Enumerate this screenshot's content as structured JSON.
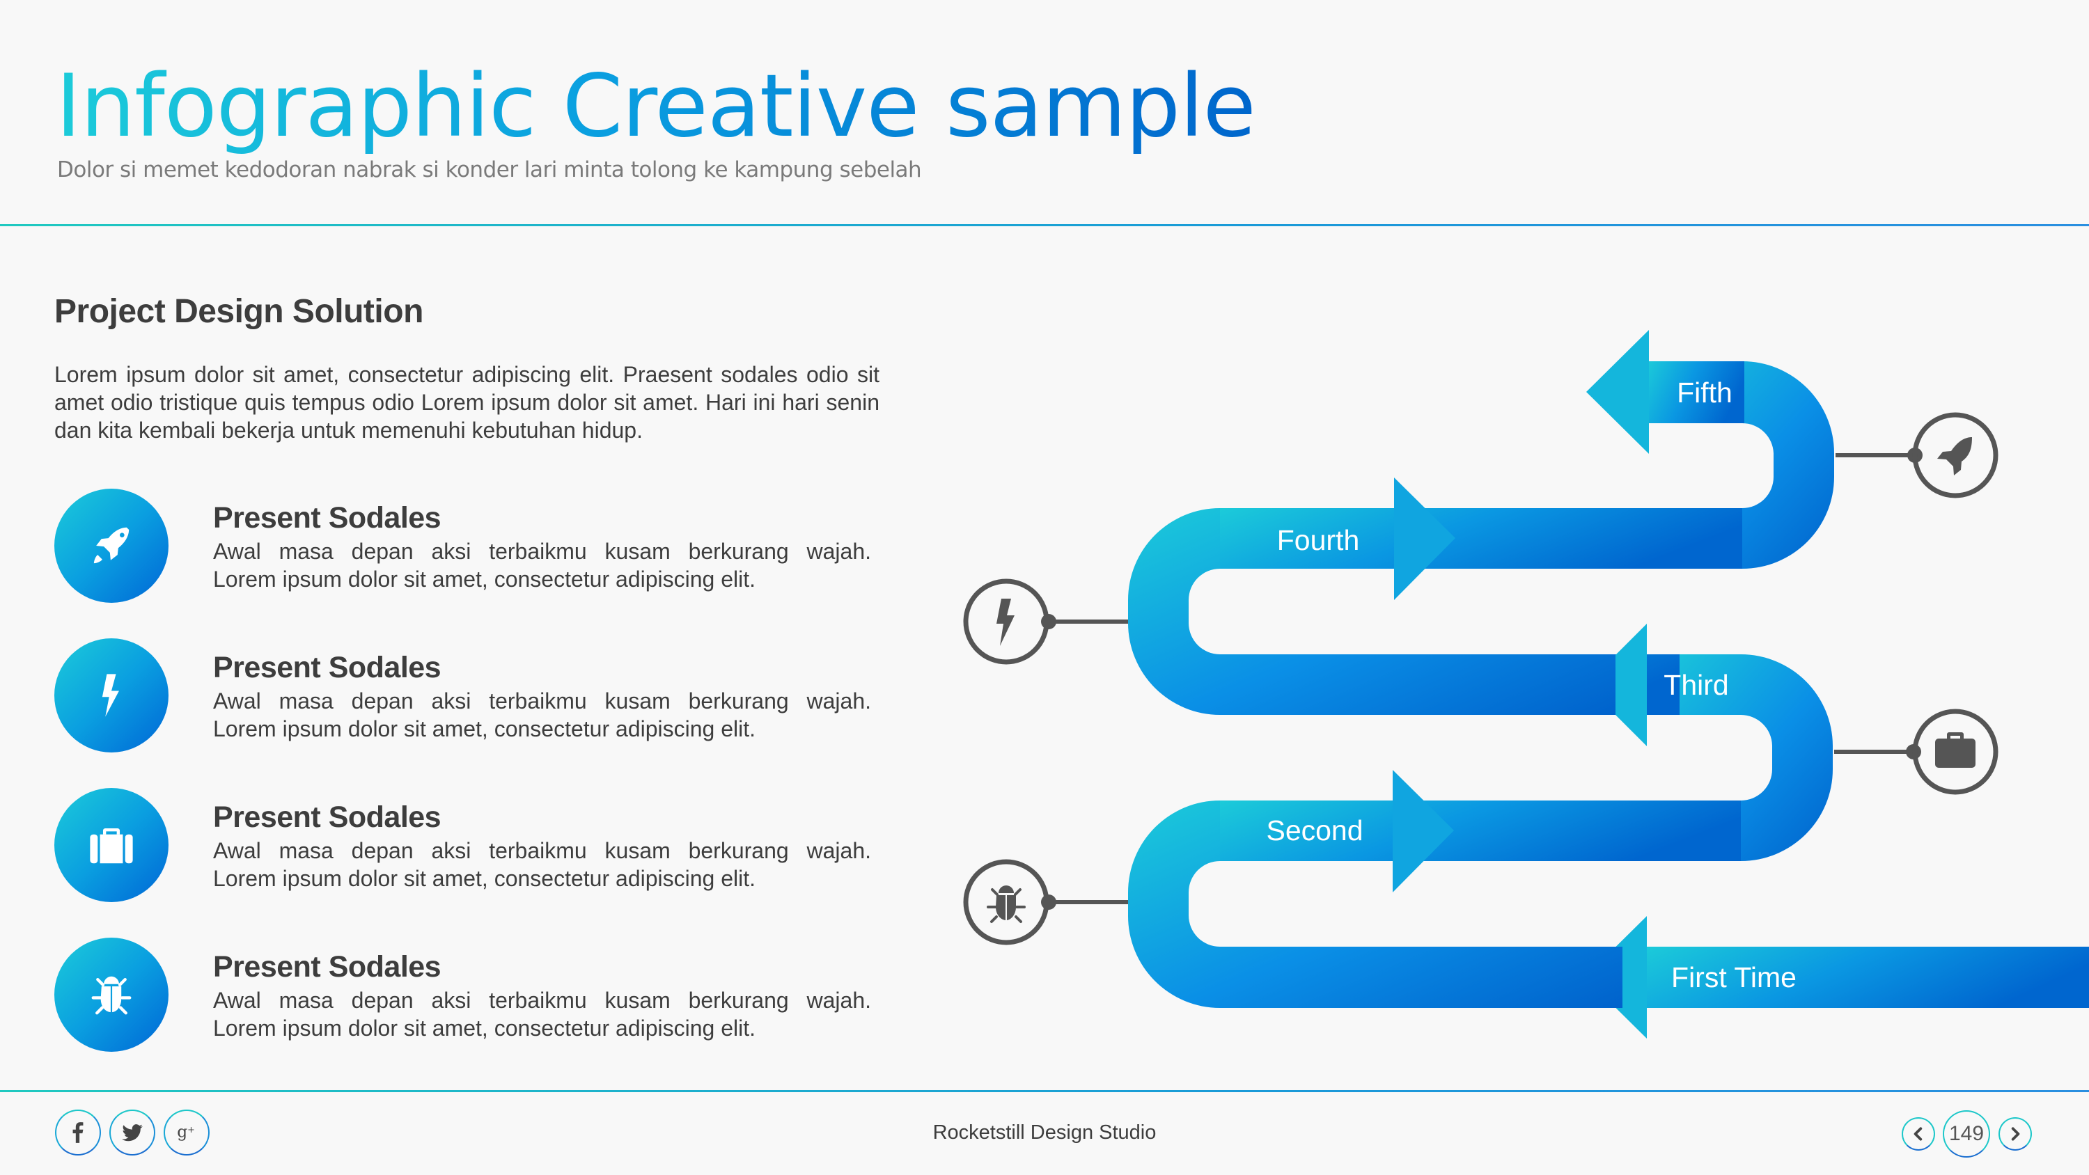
{
  "header": {
    "title": "Infographic Creative sample",
    "subtitle": "Dolor si memet kedodoran nabrak si konder lari minta tolong ke kampung sebelah"
  },
  "left": {
    "heading": "Project Design Solution",
    "intro": "Lorem ipsum dolor sit amet, consectetur adipiscing elit. Praesent sodales odio sit amet odio tristique quis tempus odio Lorem ipsum dolor sit amet. Hari ini hari senin dan kita kembali bekerja untuk memenuhi kebutuhan hidup.",
    "items": [
      {
        "icon": "rocket-icon",
        "title": "Present Sodales",
        "line1": "Awal masa depan aksi terbaikmu kusam berkurang wajah.",
        "line2": "Lorem ipsum dolor sit amet, consectetur adipiscing elit."
      },
      {
        "icon": "lightning-icon",
        "title": "Present Sodales",
        "line1": "Awal masa depan aksi terbaikmu kusam berkurang wajah.",
        "line2": "Lorem ipsum dolor sit amet, consectetur adipiscing elit."
      },
      {
        "icon": "briefcase-icon",
        "title": "Present Sodales",
        "line1": "Awal masa depan aksi terbaikmu kusam berkurang wajah.",
        "line2": "Lorem ipsum dolor sit amet, consectetur adipiscing elit."
      },
      {
        "icon": "bug-icon",
        "title": "Present Sodales",
        "line1": "Awal masa depan aksi terbaikmu kusam berkurang wajah.",
        "line2": "Lorem ipsum dolor sit amet, consectetur adipiscing elit."
      }
    ]
  },
  "diagram": {
    "steps": [
      {
        "label": "First Time",
        "order": 1
      },
      {
        "label": "Second",
        "order": 2,
        "marker_icon": "bug-icon"
      },
      {
        "label": "Third",
        "order": 3,
        "marker_icon": "briefcase-icon"
      },
      {
        "label": "Fourth",
        "order": 4,
        "marker_icon": "lightning-icon"
      },
      {
        "label": "Fifth",
        "order": 5,
        "marker_icon": "rocket-icon"
      }
    ]
  },
  "footer": {
    "social": [
      "facebook-icon",
      "twitter-icon",
      "google-plus-icon"
    ],
    "studio": "Rocketstill Design Studio",
    "page_number": "149"
  },
  "colors": {
    "gradient_start": "#1ccbd9",
    "gradient_end": "#0066cc",
    "text": "#3d3d3d",
    "marker": "#555555"
  }
}
